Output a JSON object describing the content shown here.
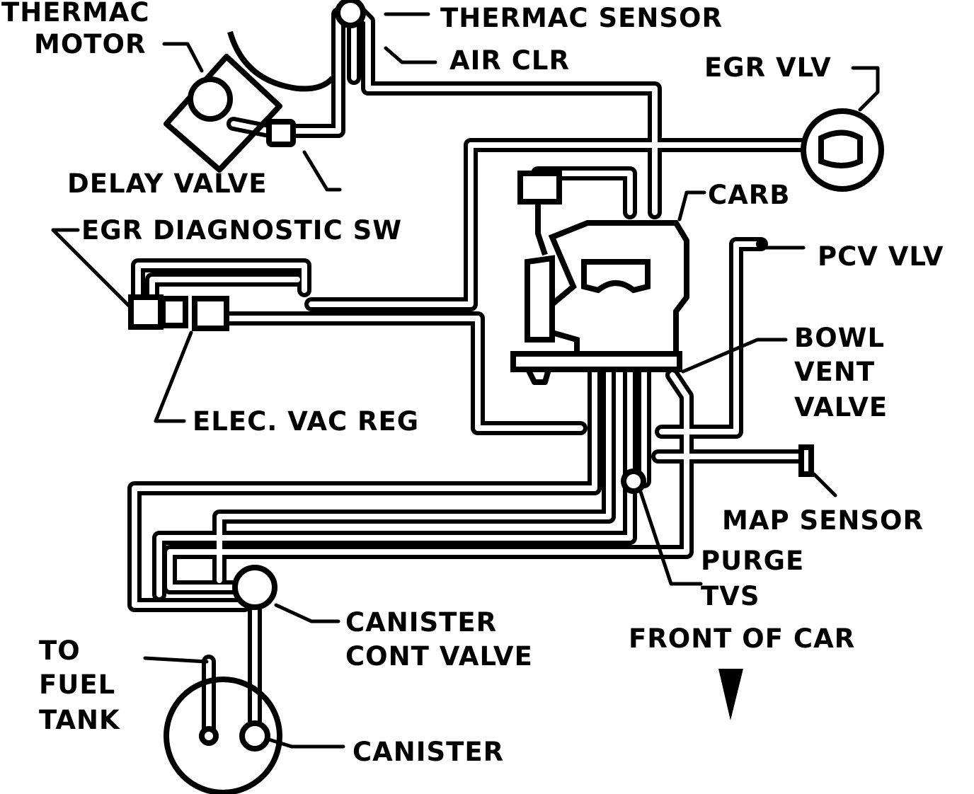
{
  "diagram": {
    "labels": {
      "thermac_motor_1": "THERMAC",
      "thermac_motor_2": "MOTOR",
      "thermac_sensor": "THERMAC SENSOR",
      "air_clr": "AIR CLR",
      "egr_vlv": "EGR VLV",
      "delay_valve": "DELAY VALVE",
      "carb": "CARB",
      "egr_diagnostic_sw": "EGR DIAGNOSTIC SW",
      "pcv_vlv": "PCV VLV",
      "bowl_vent_valve_1": "BOWL",
      "bowl_vent_valve_2": "VENT",
      "bowl_vent_valve_3": "VALVE",
      "elec_vac_reg": "ELEC. VAC REG",
      "map_sensor": "MAP SENSOR",
      "purge": "PURGE",
      "tvs": "TVS",
      "front_of_car": "FRONT OF CAR",
      "canister_cont_valve_1": "CANISTER",
      "canister_cont_valve_2": "CONT VALVE",
      "to_fuel_tank_1": "TO",
      "to_fuel_tank_2": "FUEL",
      "to_fuel_tank_3": "TANK",
      "canister": "CANISTER"
    }
  }
}
